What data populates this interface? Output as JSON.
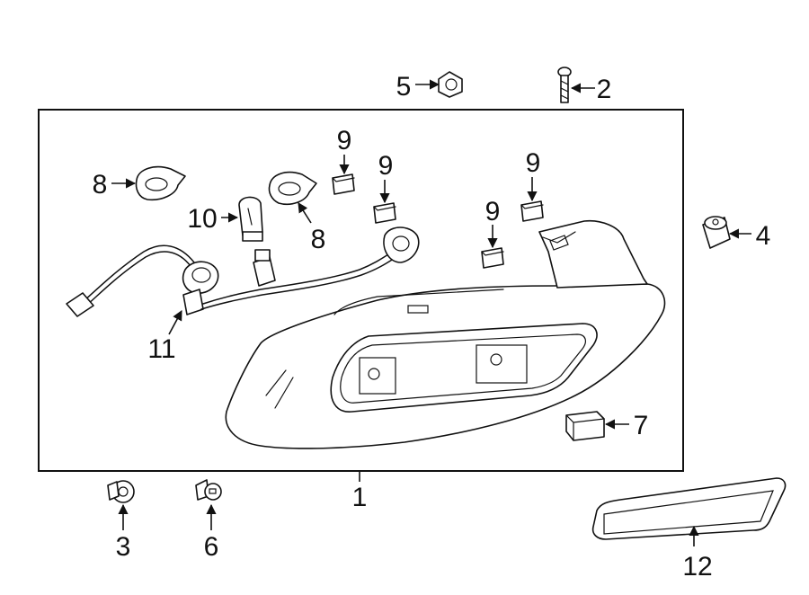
{
  "callouts": {
    "c1": "1",
    "c2": "2",
    "c3": "3",
    "c4": "4",
    "c5": "5",
    "c6": "6",
    "c7": "7",
    "c8a": "8",
    "c8b": "8",
    "c9a": "9",
    "c9b": "9",
    "c9c": "9",
    "c9d": "9",
    "c10": "10",
    "c11": "11",
    "c12": "12"
  },
  "colors": {
    "line": "#111111",
    "background": "#ffffff"
  }
}
